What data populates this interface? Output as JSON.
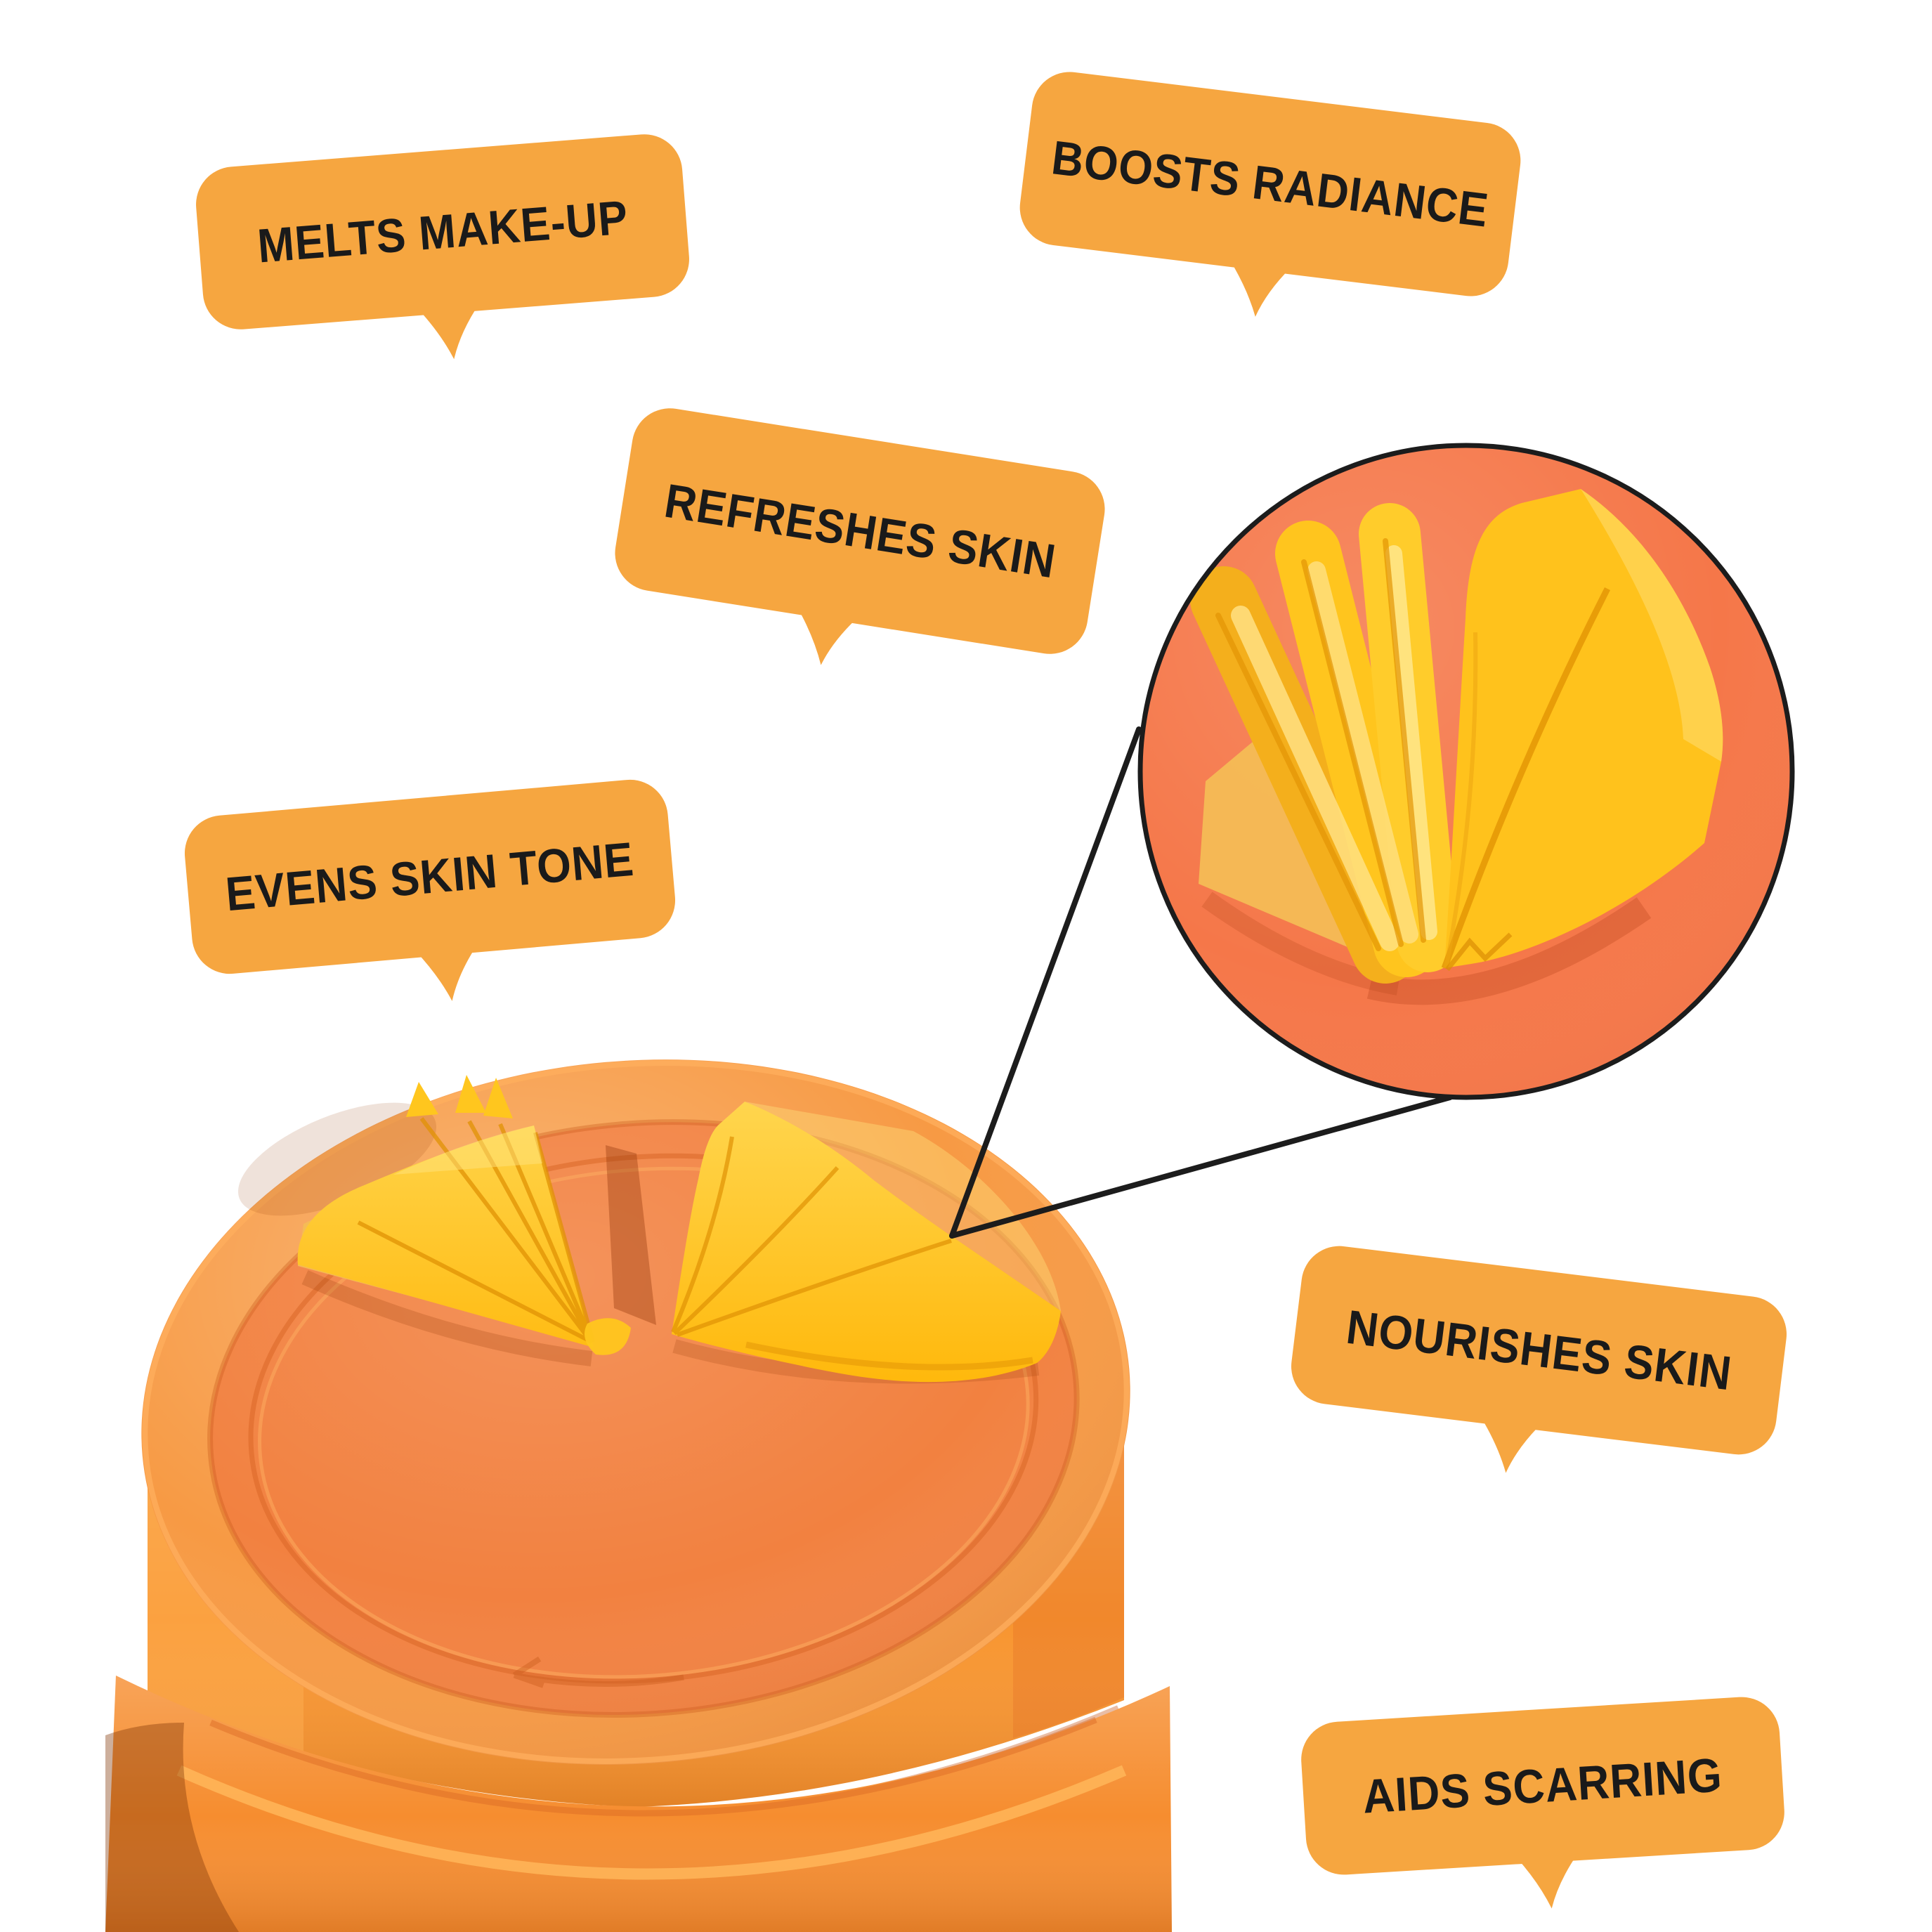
{
  "scene": {
    "background_color": "#ffffff",
    "bubble_color": "#f6a640",
    "bubble_text_color": "#1a1a1a",
    "connector_color": "#1c1c1c",
    "inset_ring_color": "#1c1c1c"
  },
  "callouts": [
    {
      "id": "melts-make-up",
      "label": "MELTS MAKE-UP"
    },
    {
      "id": "boosts-radiance",
      "label": "BOOSTS RADIANCE"
    },
    {
      "id": "refreshes-skin",
      "label": "REFRESHES SKIN"
    },
    {
      "id": "evens-skin-tone",
      "label": "EVENS SKIN TONE"
    },
    {
      "id": "nourishes-skin",
      "label": "NOURISHES SKIN"
    },
    {
      "id": "aids-scarring",
      "label": "AIDS SCARRING"
    }
  ],
  "product": {
    "subject": "Orange cleansing balm stick with shaved yellow balm curls on top",
    "stick_rim_color": "#f79a44",
    "stick_top_color": "#f28140",
    "stick_wall_color": "#f8952f",
    "stick_base_color": "#f68d2f",
    "balm_color": "#ffc61e",
    "balm_highlight_color": "#ffe47e",
    "balm_crease_color": "#e09204"
  },
  "inset": {
    "subject": "Magnified detail of the balm curls",
    "background_color": "#f57749"
  }
}
